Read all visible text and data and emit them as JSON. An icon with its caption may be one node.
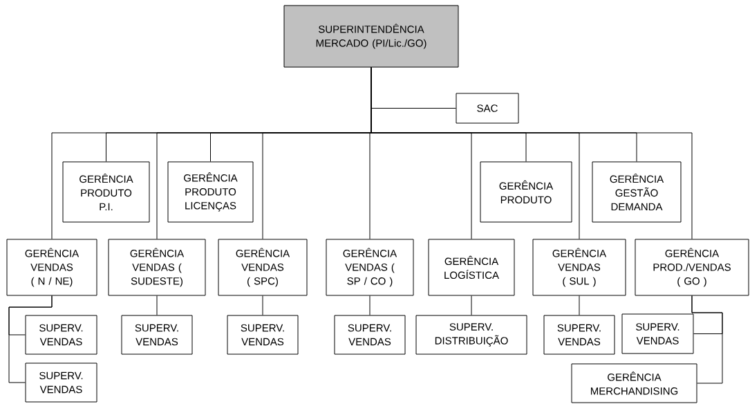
{
  "diagram": {
    "nodes": [
      {
        "text": [
          "SUPERINTENDÊNCIA MERCADO (PI/Lic./GO)"
        ]
      },
      {
        "text": [
          "SAC"
        ]
      },
      {
        "text": [
          "GERÊNCIA PRODUTO P.I."
        ]
      },
      {
        "text": [
          "GERÊNCIA PRODUTO LICENÇAS"
        ]
      },
      {
        "text": [
          "GERÊNCIA PRODUTO"
        ]
      },
      {
        "text": [
          "GERÊNCIA GESTÃO DEMANDA"
        ]
      },
      {
        "text": [
          "GERÊNCIA VENDAS ( N / NE)"
        ]
      },
      {
        "text": [
          "GERÊNCIA VENDAS ( SUDESTE)"
        ]
      },
      {
        "text": [
          "GERÊNCIA VENDAS ( SPC)"
        ]
      },
      {
        "text": [
          "GERÊNCIA VENDAS ( SP / CO )"
        ]
      },
      {
        "text": [
          "GERÊNCIA LOGÍSTICA"
        ]
      },
      {
        "text": [
          "GERÊNCIA VENDAS ( SUL )"
        ]
      },
      {
        "text": [
          "GERÊNCIA PROD./VENDAS ( GO )"
        ]
      },
      {
        "text": [
          "SUPERV. VENDAS"
        ]
      },
      {
        "text": [
          "SUPERV. VENDAS"
        ]
      },
      {
        "text": [
          "SUPERV. VENDAS"
        ]
      },
      {
        "text": [
          "SUPERV. VENDAS"
        ]
      },
      {
        "text": [
          "SUPERV. VENDAS"
        ]
      },
      {
        "text": [
          "SUPERV. DISTRIBUIÇÃO"
        ]
      },
      {
        "text": [
          "SUPERV. VENDAS"
        ]
      },
      {
        "text": [
          "SUPERV. VENDAS"
        ]
      },
      {
        "text": [
          "GERÊNCIA MERCHANDISING"
        ]
      }
    ],
    "edges": [
      {
        "from": 0,
        "to": 1,
        "arrow": "none"
      },
      {
        "from": 0,
        "to": 2,
        "arrow": "none"
      },
      {
        "from": 0,
        "to": 3,
        "arrow": "none"
      },
      {
        "from": 0,
        "to": 4,
        "arrow": "none"
      },
      {
        "from": 0,
        "to": 5,
        "arrow": "none"
      },
      {
        "from": 0,
        "to": 6,
        "arrow": "none"
      },
      {
        "from": 0,
        "to": 7,
        "arrow": "none"
      },
      {
        "from": 0,
        "to": 8,
        "arrow": "none"
      },
      {
        "from": 0,
        "to": 9,
        "arrow": "none"
      },
      {
        "from": 0,
        "to": 10,
        "arrow": "none"
      },
      {
        "from": 0,
        "to": 11,
        "arrow": "none"
      },
      {
        "from": 0,
        "to": 12,
        "arrow": "none"
      },
      {
        "from": 6,
        "to": 13,
        "arrow": "none"
      },
      {
        "from": 6,
        "to": 14,
        "arrow": "none"
      },
      {
        "from": 7,
        "to": 15,
        "arrow": "none"
      },
      {
        "from": 8,
        "to": 16,
        "arrow": "none"
      },
      {
        "from": 9,
        "to": 17,
        "arrow": "none"
      },
      {
        "from": 10,
        "to": 18,
        "arrow": "none"
      },
      {
        "from": 11,
        "to": 19,
        "arrow": "none"
      },
      {
        "from": 12,
        "to": 20,
        "arrow": "none"
      },
      {
        "from": 12,
        "to": 21,
        "arrow": "none"
      }
    ]
  }
}
